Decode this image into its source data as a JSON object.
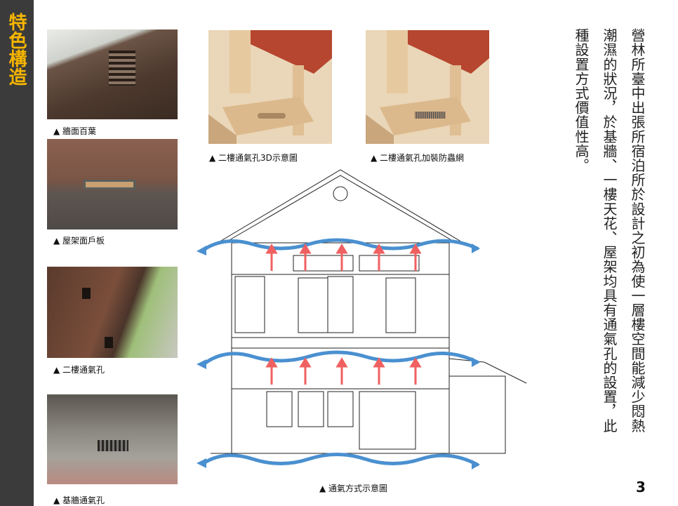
{
  "sidebar": {
    "title": "特色構造"
  },
  "photos": [
    {
      "caption": "▲ 牆面百葉"
    },
    {
      "caption": "▲ 屋架面戶板"
    },
    {
      "caption": "▲ 二樓通氣孔"
    },
    {
      "caption": "▲ 基牆通氣孔"
    }
  ],
  "models": [
    {
      "caption": "▲ 二樓通氣孔3D示意圖"
    },
    {
      "caption": "▲ 二樓通氣孔加裝防蟲網"
    }
  ],
  "diagram": {
    "caption": "▲ 通氣方式示意圖"
  },
  "body_text": {
    "col1": "營林所臺中出張所宿泊所於設計之初為使一層樓空間能減少悶熱",
    "col2": "潮濕的狀況，於基牆、一樓天花、屋架均具有通氣孔的設置，此",
    "col3": "種設置方式價值性高。"
  },
  "page_number": "3",
  "colors": {
    "sidebar": "#3b3b3b",
    "title": "#f6b500",
    "airflow": "#4a90d0",
    "heat": "#f06060"
  }
}
